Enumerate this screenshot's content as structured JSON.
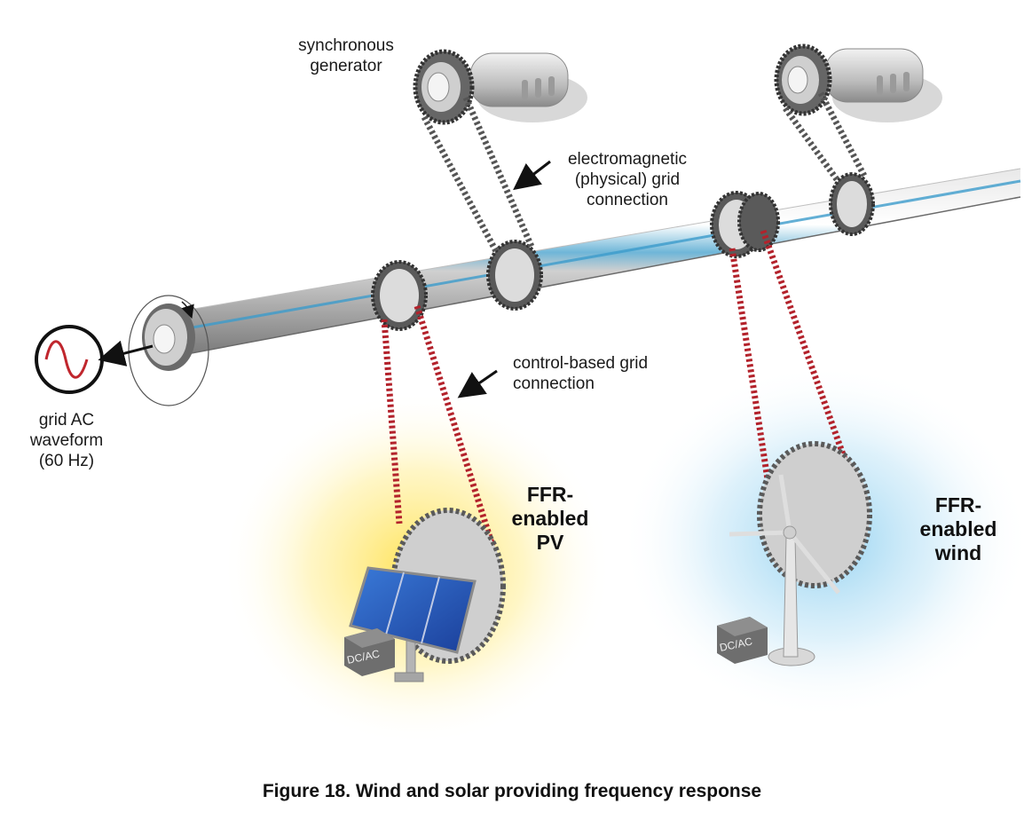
{
  "labels": {
    "synchronous_generator_line1": "synchronous",
    "synchronous_generator_line2": "generator",
    "electromagnetic_line1": "electromagnetic",
    "electromagnetic_line2": "(physical) grid",
    "electromagnetic_line3": "connection",
    "control_line1": "control-based grid",
    "control_line2": "connection",
    "grid_line1": "grid AC",
    "grid_line2": "waveform",
    "grid_line3": "(60 Hz)",
    "pv_line1": "FFR-",
    "pv_line2": "enabled",
    "pv_line3": "PV",
    "wind_line1": "FFR-",
    "wind_line2": "enabled",
    "wind_line3": "wind",
    "inverter_label": "DC/AC"
  },
  "caption": "Figure 18. Wind and solar providing frequency response",
  "colors": {
    "physical_belt": "#555555",
    "control_belt": "#b3222b",
    "pv_glow": "#ffe45c",
    "wind_glow": "#9fd7f2",
    "waveform": "#c0262d"
  }
}
